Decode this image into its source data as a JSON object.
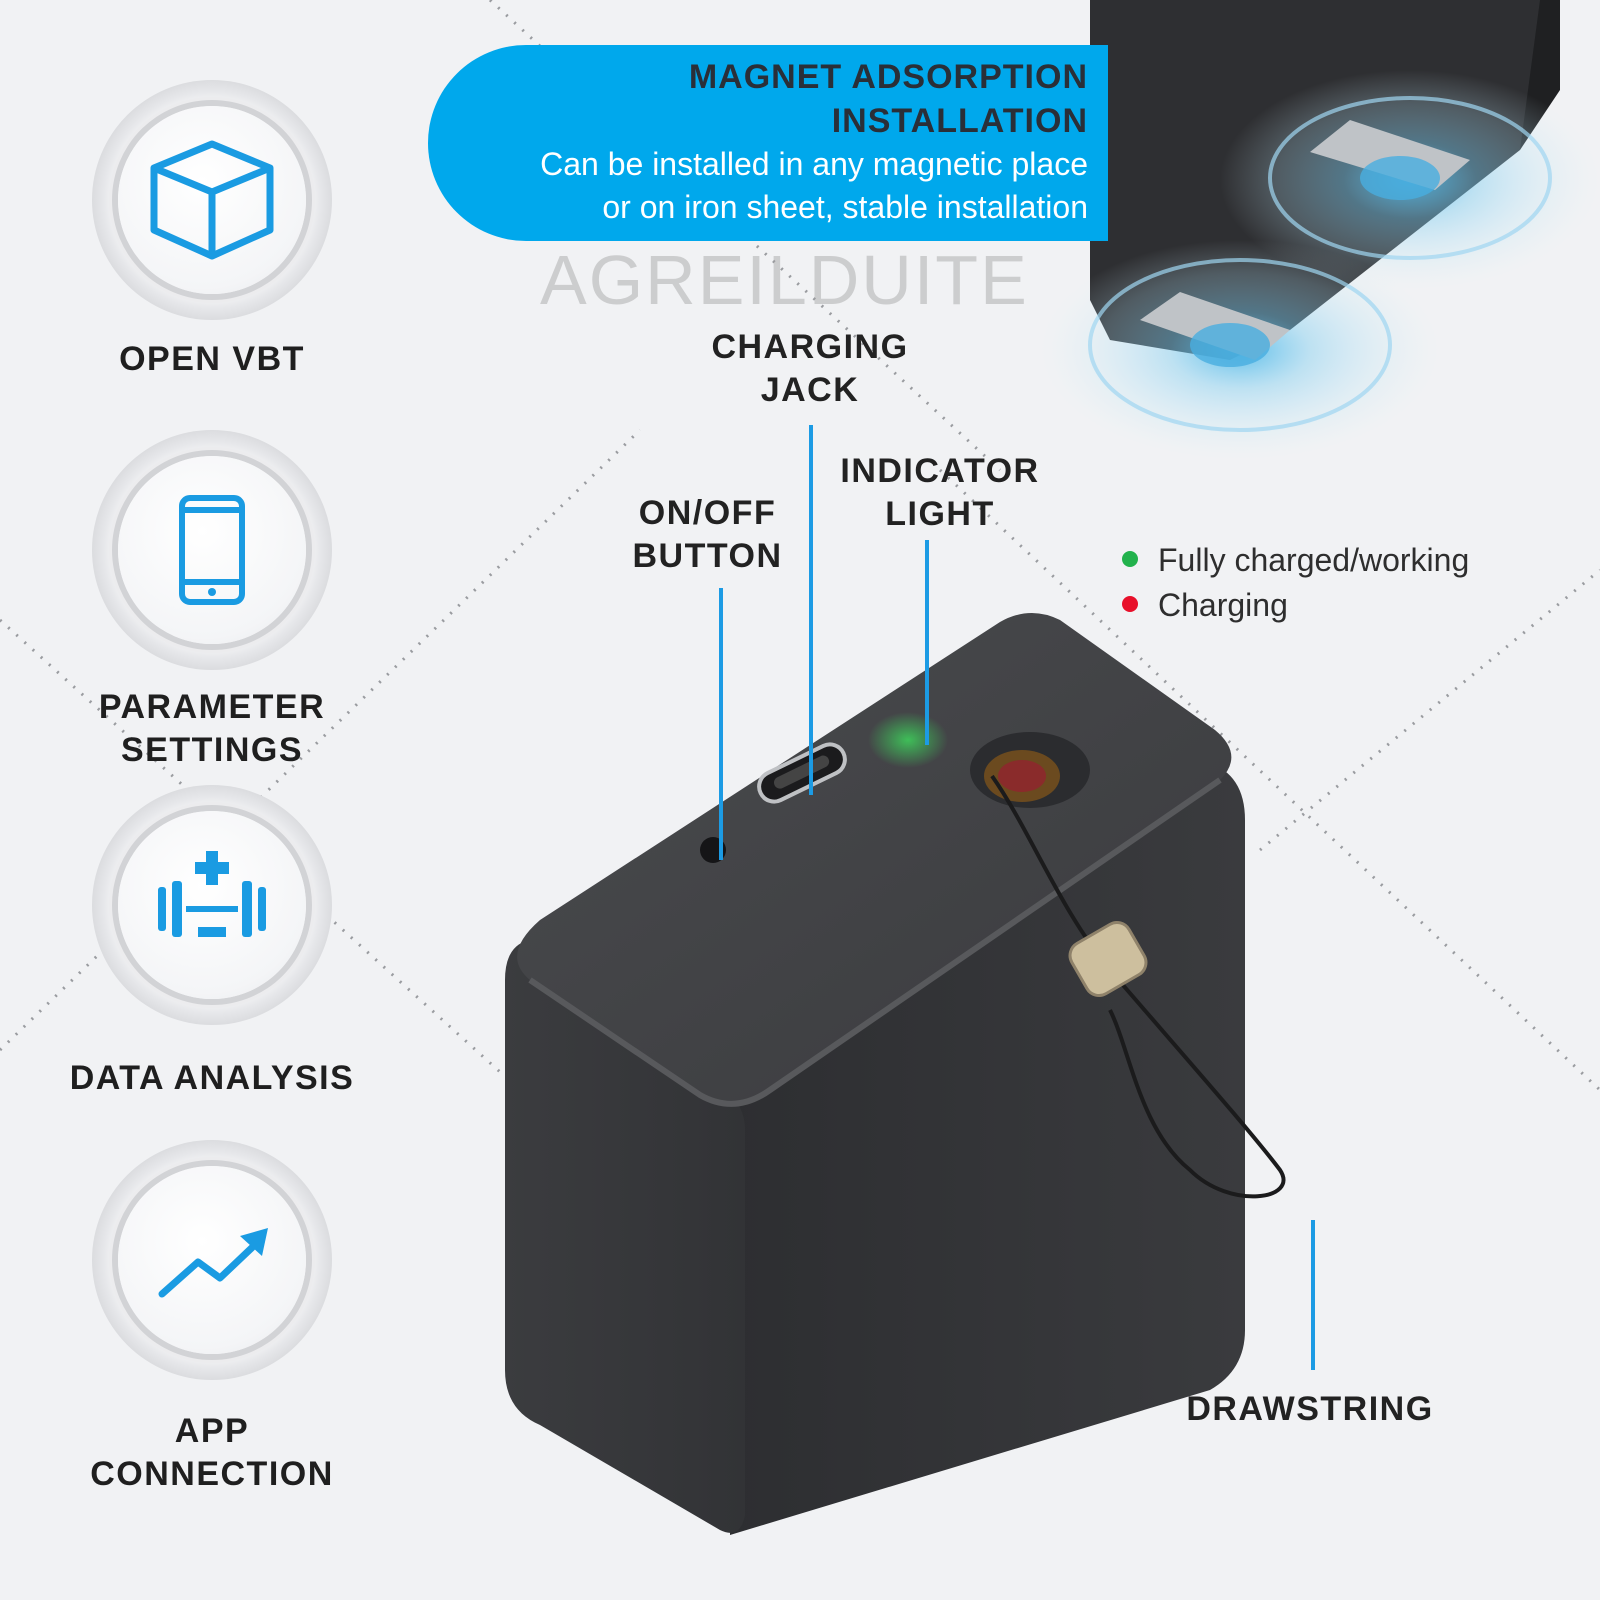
{
  "banner": {
    "title_line1": "MAGNET ADSORPTION",
    "title_line2": "INSTALLATION",
    "desc_line1": "Can be installed in any magnetic place",
    "desc_line2": "or on iron sheet, stable installation"
  },
  "watermark": "AGREILDUITE",
  "features": [
    {
      "label_line1": "OPEN VBT",
      "label_line2": "",
      "icon": "cube-icon"
    },
    {
      "label_line1": "PARAMETER",
      "label_line2": "SETTINGS",
      "icon": "smartphone-icon"
    },
    {
      "label_line1": "DATA ANALYSIS",
      "label_line2": "",
      "icon": "barbell-icon"
    },
    {
      "label_line1": "APP",
      "label_line2": "CONNECTION",
      "icon": "trend-arrow-icon"
    }
  ],
  "callouts": {
    "charging_jack": {
      "line1": "CHARGING",
      "line2": "JACK"
    },
    "indicator_light": {
      "line1": "INDICATOR",
      "line2": "LIGHT"
    },
    "onoff_button": {
      "line1": "ON/OFF",
      "line2": "BUTTON"
    },
    "drawstring": {
      "line1": "DRAWSTRING"
    }
  },
  "legend": [
    {
      "label": "Fully charged/working",
      "color": "#22b24c"
    },
    {
      "label": "Charging",
      "color": "#e8102a"
    }
  ],
  "colors": {
    "accent": "#00a8ec",
    "leader": "#1c9be4",
    "device": "#3a3b3d"
  }
}
